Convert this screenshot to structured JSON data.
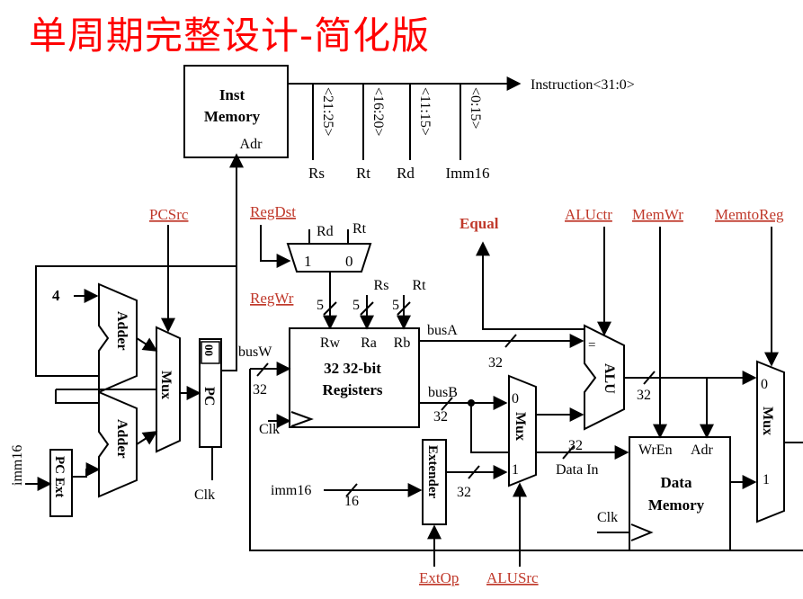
{
  "title": "单周期完整设计-简化版",
  "inst_memory": {
    "name_line1": "Inst",
    "name_line2": "Memory",
    "port_adr": "Adr"
  },
  "instruction_bus": {
    "label": "Instruction<31:0>",
    "fields": [
      {
        "bits": "<21:25>",
        "name": "Rs"
      },
      {
        "bits": "<16:20>",
        "name": "Rt"
      },
      {
        "bits": "<11:15>",
        "name": "Rd"
      },
      {
        "bits": "<0:15>",
        "name": "Imm16"
      }
    ]
  },
  "control_signals": {
    "pcsrc": "PCSrc",
    "regdst": "RegDst",
    "regwr": "RegWr",
    "aluctr": "ALUctr",
    "memwr": "MemWr",
    "memtoreg": "MemtoReg",
    "extop": "ExtOp",
    "alusrc": "ALUSrc",
    "equal": "Equal"
  },
  "regdst_mux": {
    "in_rd": "Rd",
    "in_rt": "Rt",
    "sel1": "1",
    "sel0": "0"
  },
  "register_file": {
    "title_line1": "32 32-bit",
    "title_line2": "Registers",
    "ports": {
      "rw": "Rw",
      "ra": "Ra",
      "rb": "Rb"
    },
    "field_rs": "Rs",
    "field_rt": "Rt",
    "widths": [
      "5",
      "5",
      "5"
    ],
    "clk": "Clk"
  },
  "pc_section": {
    "constant": "4",
    "adder_label": "Adder",
    "mux_label": "Mux",
    "pc_label": "PC",
    "pc_bits": "00",
    "pc_ext_label": "PC Ext",
    "imm16_label": "imm16",
    "clk": "Clk"
  },
  "buses": {
    "busA": "busA",
    "busB": "busB",
    "busW": "busW",
    "w32": "32",
    "w16": "16"
  },
  "extender": {
    "label": "Extender",
    "input_label": "imm16"
  },
  "alusrc_mux": {
    "label": "Mux",
    "in0": "0",
    "in1": "1"
  },
  "alu": {
    "label": "ALU",
    "eq": "="
  },
  "data_memory": {
    "name_line1": "Data",
    "name_line2": "Memory",
    "wren": "WrEn",
    "adr": "Adr",
    "data_in": "Data In",
    "clk": "Clk"
  },
  "memtoreg_mux": {
    "label": "Mux",
    "in0": "0",
    "in1": "1"
  }
}
